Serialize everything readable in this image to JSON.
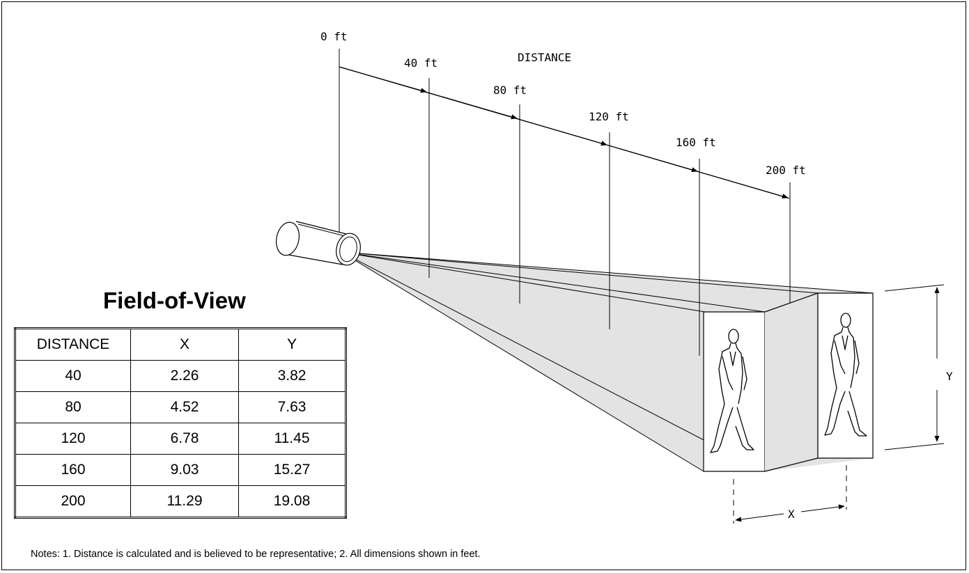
{
  "diagram": {
    "distance_label": "DISTANCE",
    "distance_markers": [
      "0 ft",
      "40 ft",
      "80 ft",
      "120 ft",
      "160 ft",
      "200 ft"
    ],
    "dimension_x_label": "X",
    "dimension_y_label": "Y"
  },
  "fov": {
    "title": "Field-of-View",
    "headers": [
      "DISTANCE",
      "X",
      "Y"
    ],
    "rows": [
      [
        "40",
        "2.26",
        "3.82"
      ],
      [
        "80",
        "4.52",
        "7.63"
      ],
      [
        "120",
        "6.78",
        "11.45"
      ],
      [
        "160",
        "9.03",
        "15.27"
      ],
      [
        "200",
        "11.29",
        "19.08"
      ]
    ]
  },
  "notes": "Notes: 1.  Distance is calculated and is believed to be representative;  2.  All dimensions shown in feet.",
  "colors": {
    "cone_fill": "#e3e3e3",
    "line": "#000000",
    "background": "#ffffff"
  }
}
